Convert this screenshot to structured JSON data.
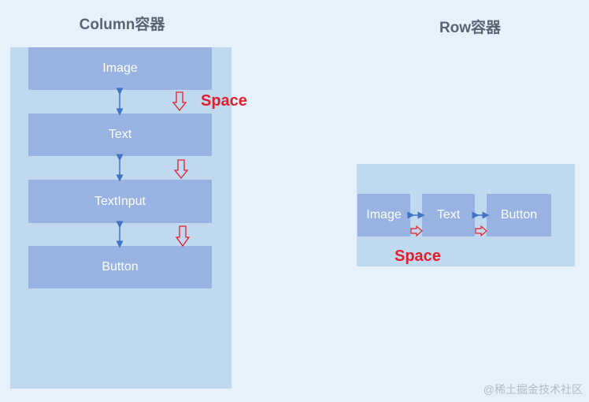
{
  "column": {
    "title": "Column容器",
    "items": [
      "Image",
      "Text",
      "TextInput",
      "Button"
    ],
    "space_label": "Space"
  },
  "row": {
    "title": "Row容器",
    "items": [
      "Image",
      "Text",
      "Button"
    ],
    "space_label": "Space"
  },
  "colors": {
    "background": "#e7f1fb",
    "container": "#c1d9ee",
    "box": "#98b3e2",
    "arrow_blue": "#3f72c4",
    "space_red": "#e11e2b"
  },
  "watermark": "@稀土掘金技术社区"
}
